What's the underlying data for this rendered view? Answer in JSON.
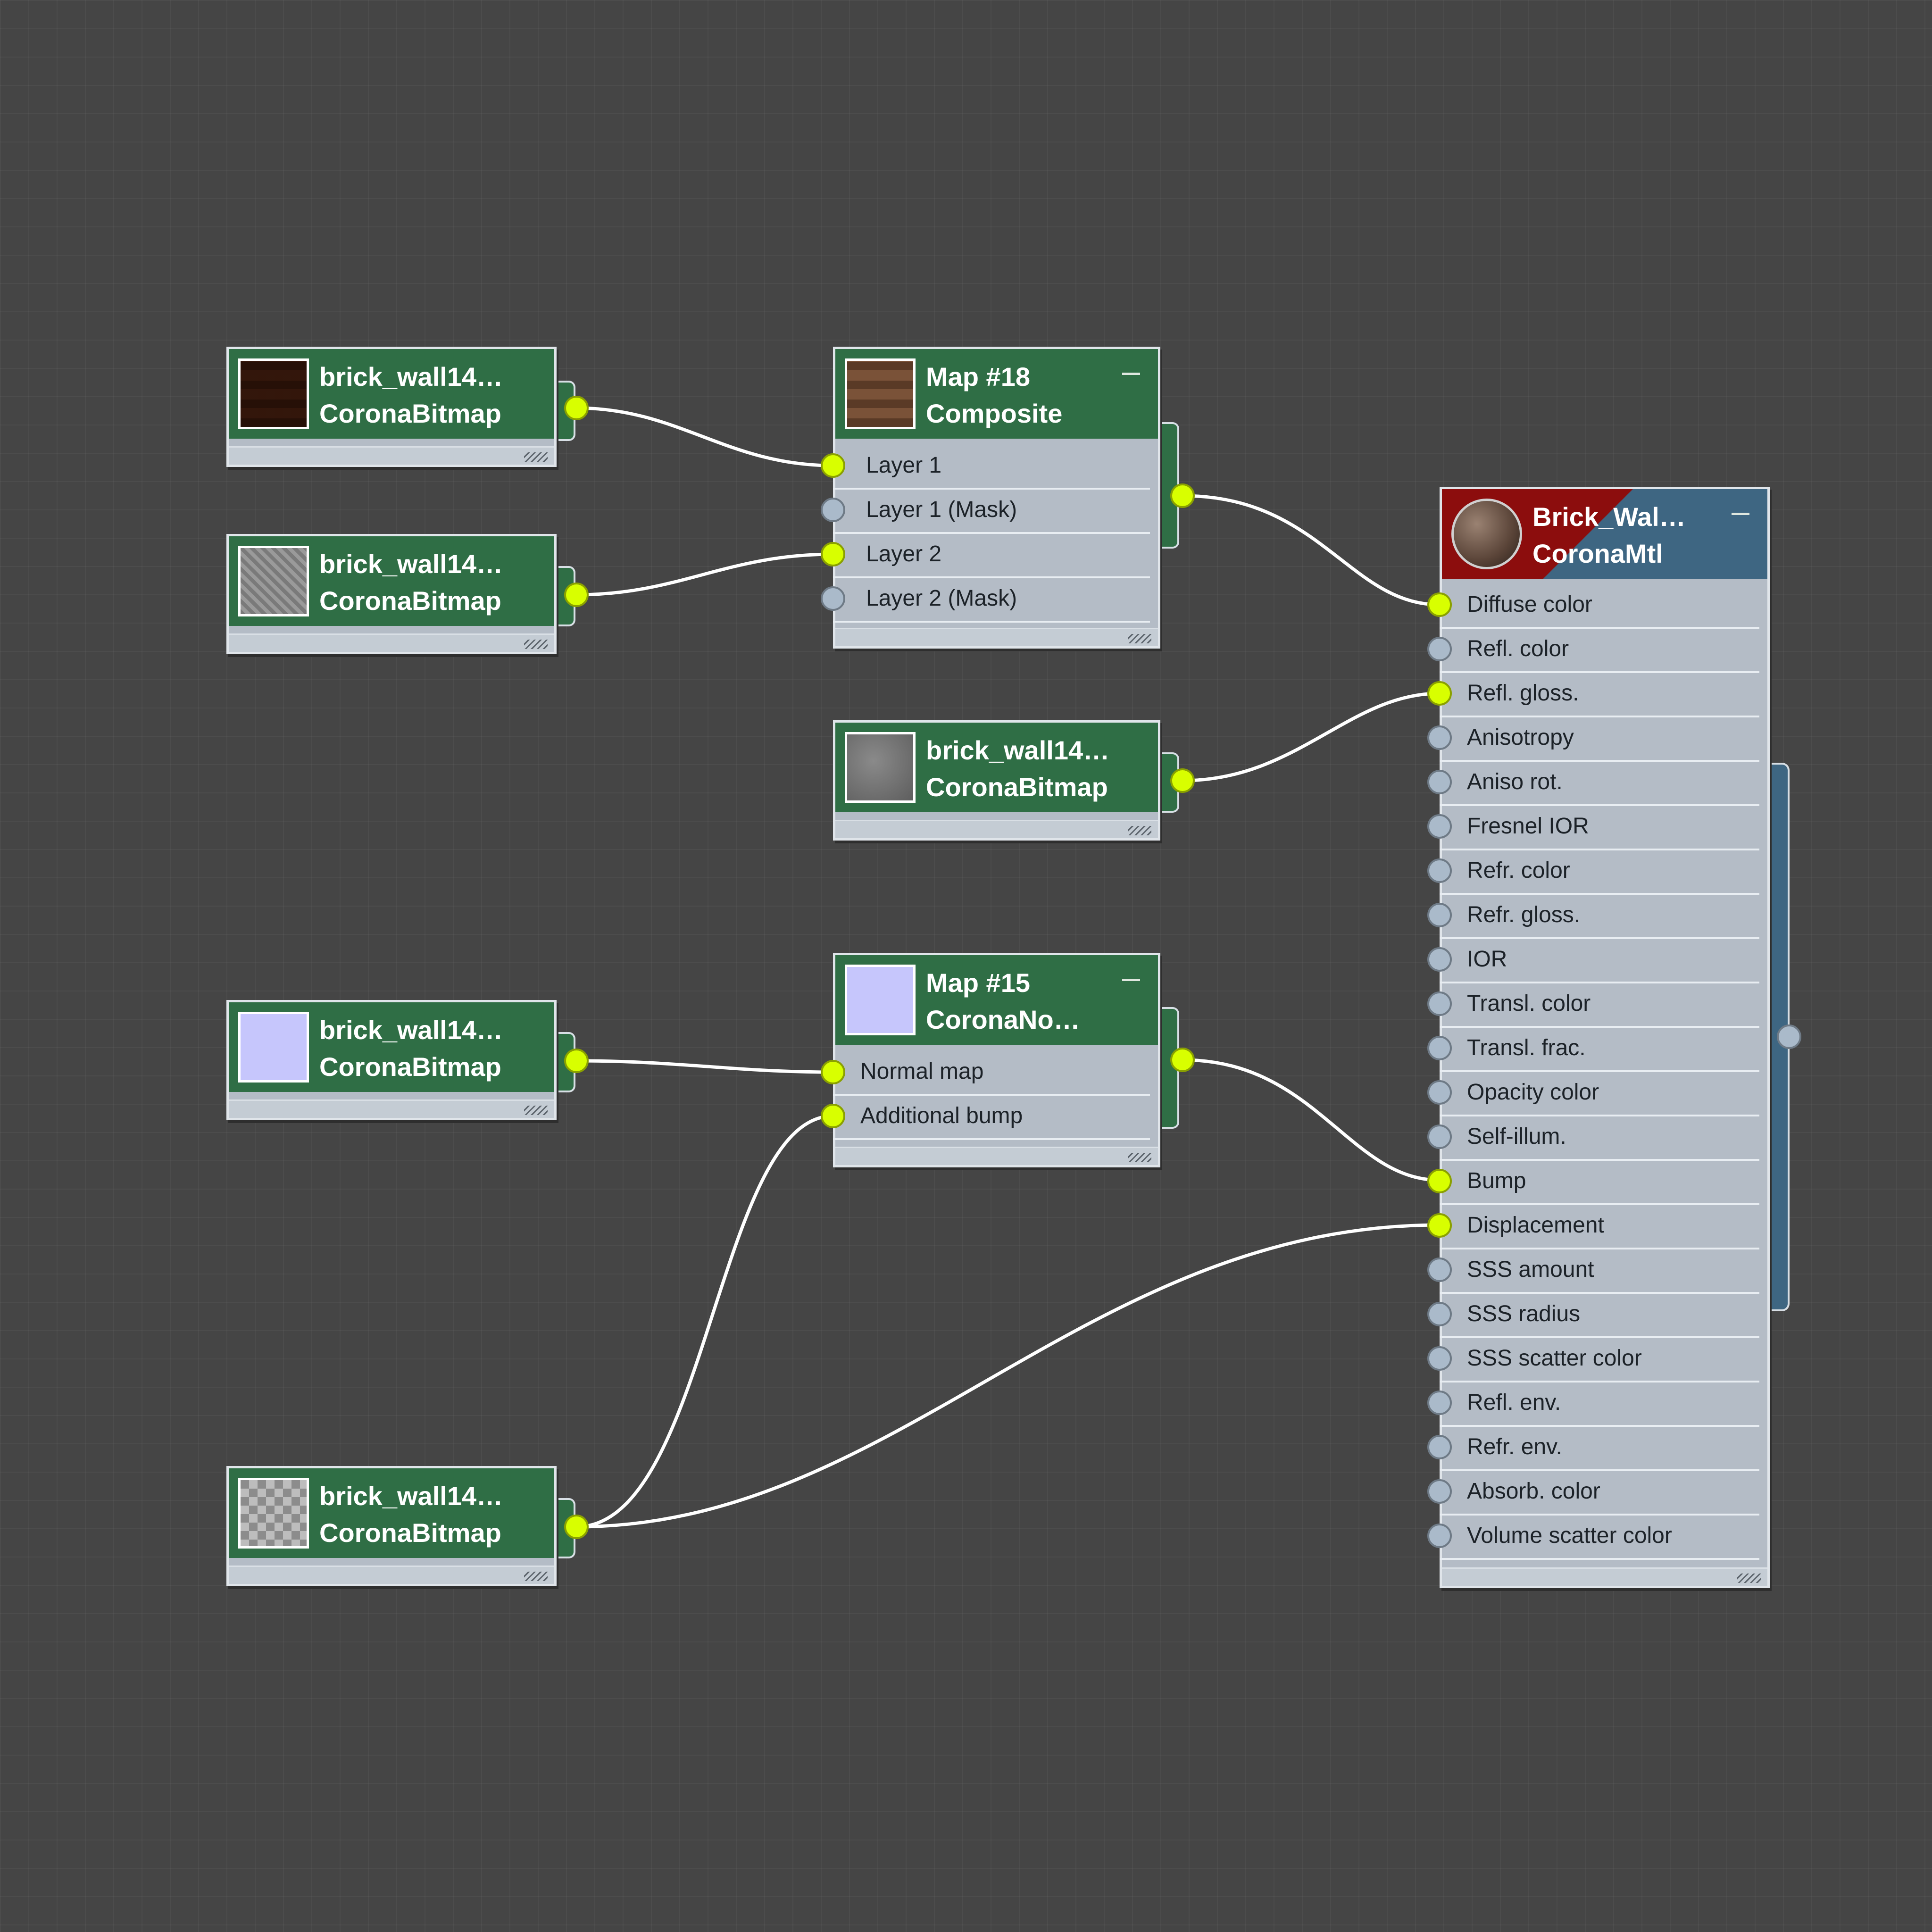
{
  "colors": {
    "background": "#454545",
    "map_header": "#2f6e45",
    "material_header_left": "#8c0d0d",
    "material_header_right": "#3e6682",
    "node_body": "#b4bcc6",
    "active_socket": "#d8ff00",
    "inactive_socket": "#aabaca",
    "wire": "#ffffff"
  },
  "nodes": {
    "bitmap_a": {
      "name": "brick_wall14…",
      "type": "CoronaBitmap",
      "thumbnail": "brick-color-texture"
    },
    "bitmap_b": {
      "name": "brick_wall14…",
      "type": "CoronaBitmap",
      "thumbnail": "gray-noise-texture"
    },
    "composite": {
      "name": "Map #18",
      "type": "Composite",
      "thumbnail": "brick-color-texture",
      "slots": [
        "Layer 1",
        "Layer 1 (Mask)",
        "Layer 2",
        "Layer 2 (Mask)"
      ]
    },
    "bitmap_gloss": {
      "name": "brick_wall14…",
      "type": "CoronaBitmap",
      "thumbnail": "smooth-gray-texture"
    },
    "bitmap_normal": {
      "name": "brick_wall14…",
      "type": "CoronaBitmap",
      "thumbnail": "lavender-normal-texture"
    },
    "normal_map": {
      "name": "Map #15",
      "type": "CoronaNo…",
      "thumbnail": "lavender-normal-texture",
      "slots": [
        "Normal map",
        "Additional bump"
      ]
    },
    "bitmap_disp": {
      "name": "brick_wall14…",
      "type": "CoronaBitmap",
      "thumbnail": "light-gray-tile-texture"
    },
    "material": {
      "name": "Brick_Wal…",
      "type": "CoronaMtl",
      "thumbnail": "material-sphere",
      "slots": [
        "Diffuse color",
        "Refl. color",
        "Refl. gloss.",
        "Anisotropy",
        "Aniso rot.",
        "Fresnel IOR",
        "Refr. color",
        "Refr. gloss.",
        "IOR",
        "Transl. color",
        "Transl. frac.",
        "Opacity color",
        "Self-illum.",
        "Bump",
        "Displacement",
        "SSS amount",
        "SSS radius",
        "SSS scatter color",
        "Refl. env.",
        "Refr. env.",
        "Absorb. color",
        "Volume scatter color"
      ]
    }
  }
}
